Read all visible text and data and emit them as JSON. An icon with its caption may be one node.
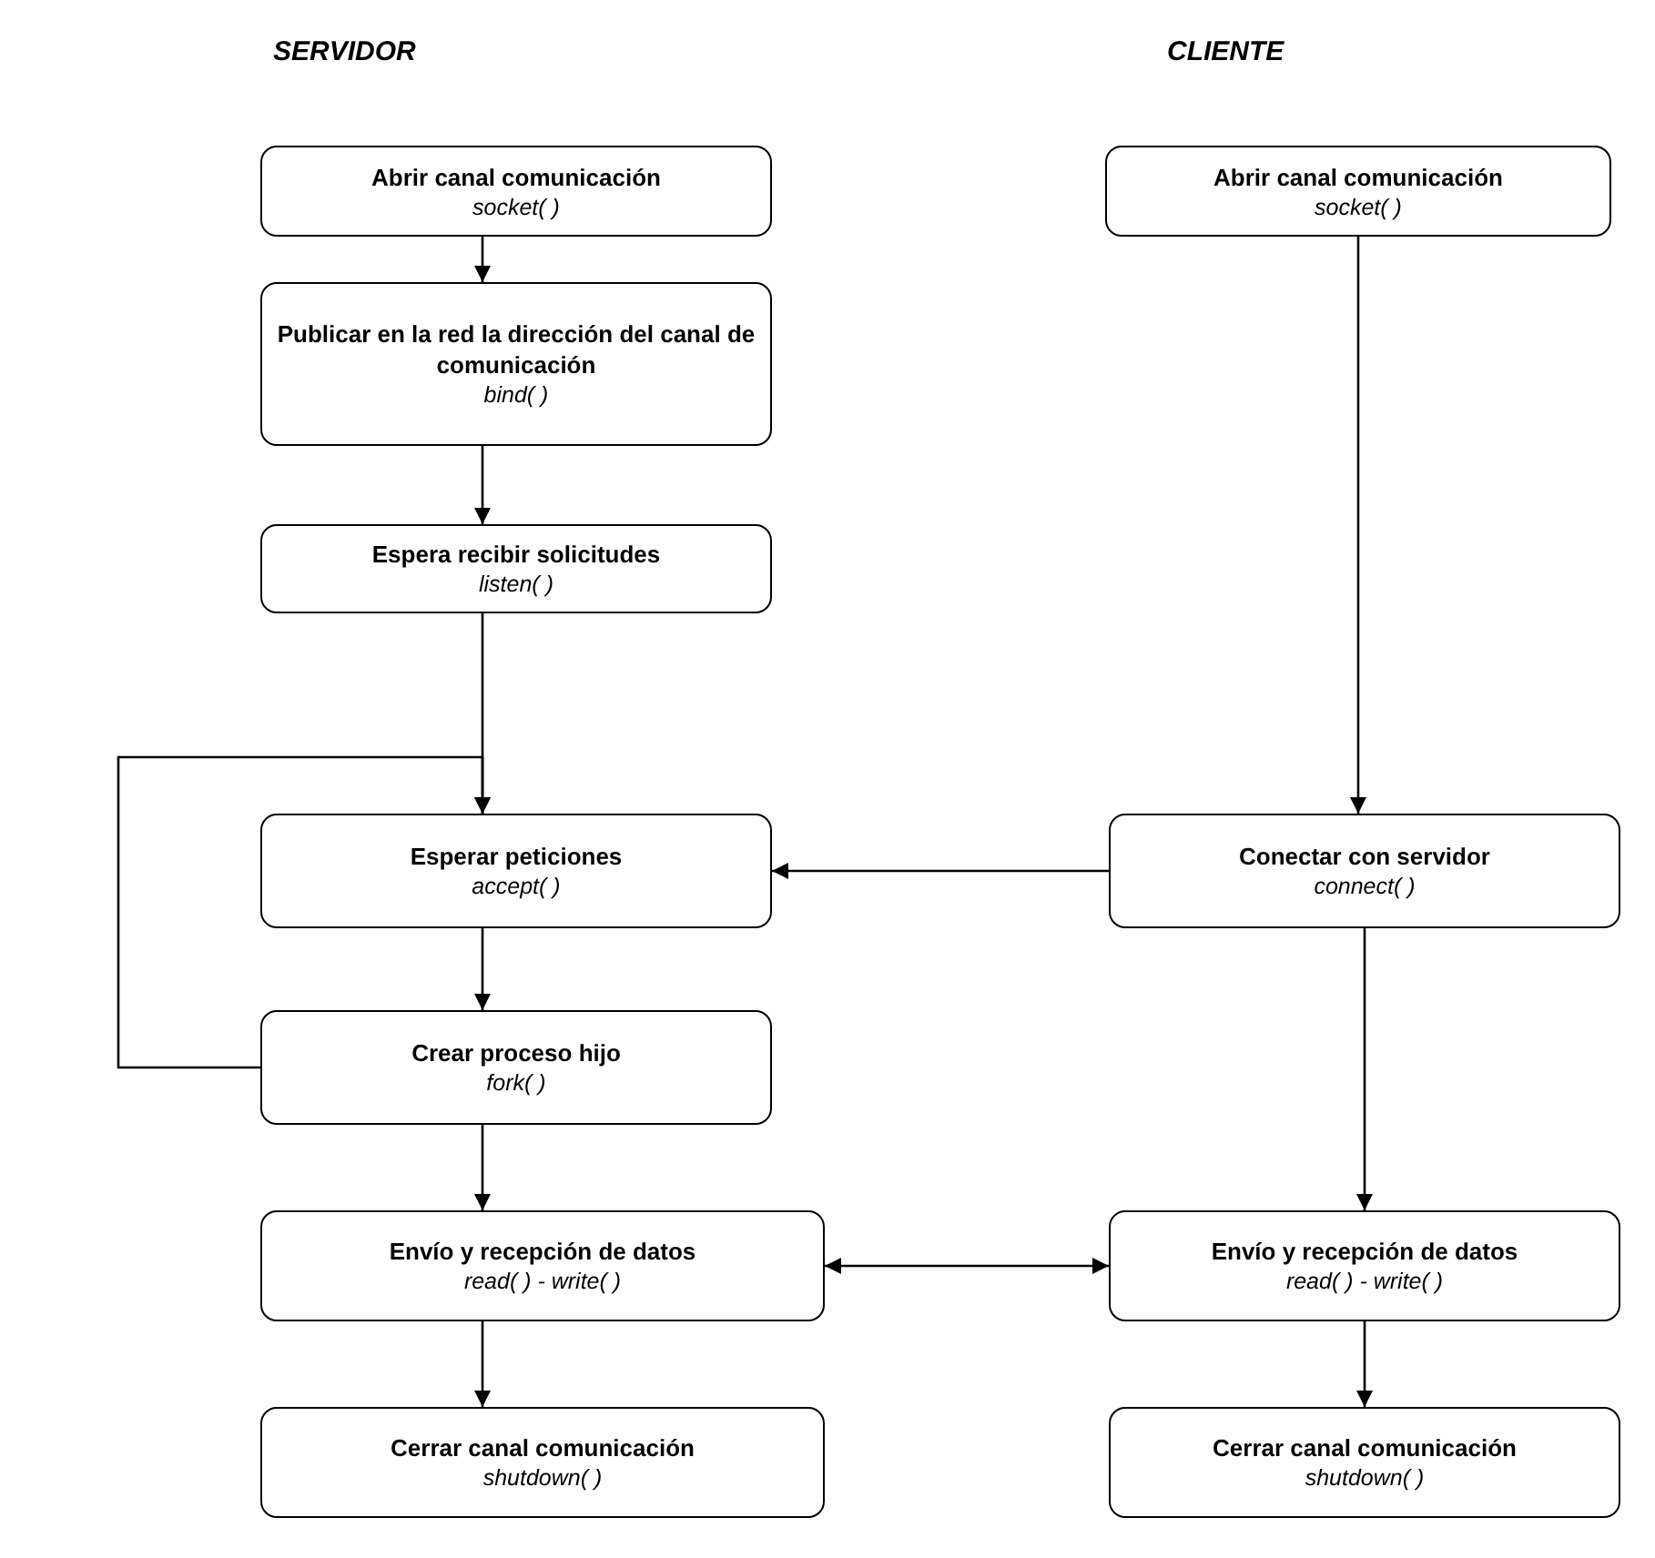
{
  "diagram": {
    "nodes": [
      {
        "text": [
          "Abrir canal comunicación",
          "socket( )"
        ]
      },
      {
        "text": [
          "Abrir canal comunicación",
          "socket( )"
        ]
      },
      {
        "text": [
          "Publicar en la red la dirección del canal de comunicación",
          "bind( )"
        ]
      },
      {
        "text": [
          "Espera recibir solicitudes",
          "listen( )"
        ]
      },
      {
        "text": [
          "Esperar peticiones",
          "accept( )"
        ]
      },
      {
        "text": [
          "Conectar con servidor",
          "connect( )"
        ]
      },
      {
        "text": [
          "Crear proceso hijo",
          "fork( )"
        ]
      },
      {
        "text": [
          "Envío y recepción de datos",
          "read( ) - write( )"
        ]
      },
      {
        "text": [
          "Envío y recepción de datos",
          "read( ) - write( )"
        ]
      },
      {
        "text": [
          "Cerrar canal comunicación",
          "shutdown( )"
        ]
      },
      {
        "text": [
          "Cerrar canal comunicación",
          "shutdown( )"
        ]
      }
    ],
    "edges": [
      {
        "from": 0,
        "to": 2,
        "arrow": "to"
      },
      {
        "from": 2,
        "to": 3,
        "arrow": "to"
      },
      {
        "from": 3,
        "to": 4,
        "arrow": "to"
      },
      {
        "from": 4,
        "to": 6,
        "arrow": "to"
      },
      {
        "from": 6,
        "to": 4,
        "arrow": "to"
      },
      {
        "from": 6,
        "to": 7,
        "arrow": "to"
      },
      {
        "from": 7,
        "to": 9,
        "arrow": "to"
      },
      {
        "from": 1,
        "to": 5,
        "arrow": "to"
      },
      {
        "from": 5,
        "to": 4,
        "arrow": "to"
      },
      {
        "from": 5,
        "to": 8,
        "arrow": "to"
      },
      {
        "from": 7,
        "to": 8,
        "arrow": "both"
      },
      {
        "from": 8,
        "to": 10,
        "arrow": "to"
      }
    ],
    "labels": [
      "SERVIDOR",
      "CLIENTE"
    ]
  }
}
